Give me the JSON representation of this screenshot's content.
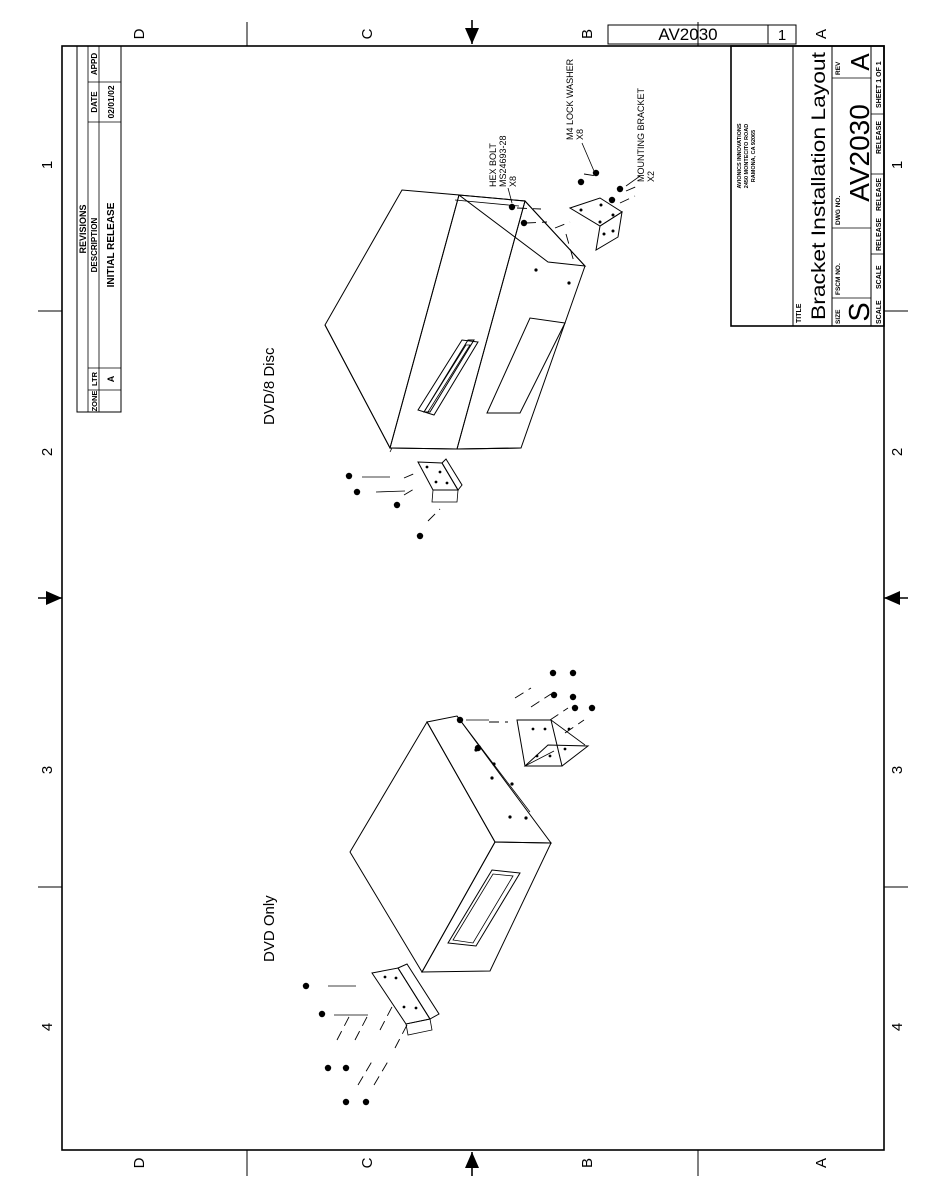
{
  "sheet": {
    "top_rows": [
      "D",
      "C",
      "B",
      "A"
    ],
    "bottom_rows": [
      "D",
      "C",
      "B",
      "A"
    ],
    "left_cols": [
      "1",
      "2",
      "3",
      "4"
    ],
    "right_cols": [
      "1",
      "2",
      "3",
      "4"
    ]
  },
  "corner_box": {
    "dwg": "AV2030",
    "sheet_num": "1"
  },
  "revisions": {
    "title": "REVISIONS",
    "headers": {
      "zone": "ZONE",
      "ltr": "LTR",
      "description": "DESCRIPTION",
      "date": "DATE",
      "appd": "APPD"
    },
    "row": {
      "zone": "",
      "ltr": "A",
      "description": "INITIAL RELEASE",
      "date": "02/01/02",
      "appd": ""
    }
  },
  "title_block": {
    "company_line1": "AVIONICS INNOVATIONS",
    "company_line2": "2450 MONTECITO ROAD",
    "company_line3": "RAMONA, CA 92065",
    "title_label": "TITLE",
    "title": "Bracket Installation Layout",
    "size_label": "SIZE",
    "size": "S",
    "fscm_label": "FSCM NO.",
    "dwg_label": "DWG NO.",
    "dwg_no": "AV2030",
    "rev_label": "REV",
    "rev": "A",
    "scale_label": "SCALE",
    "scale_value": "SCALE",
    "release_label": "RELEASE",
    "release_value": "RELEASE",
    "release_value2": "RELEASE",
    "sheet_label": "SHEET 1 OF 1"
  },
  "views": {
    "dvd8": "DVD/8 Disc",
    "dvd_only": "DVD Only"
  },
  "callouts": {
    "hex_bolt_1": "HEX BOLT",
    "hex_bolt_2": "MS24693-28",
    "hex_bolt_3": "X8",
    "lock_washer_1": "M4 LOCK WASHER",
    "lock_washer_2": "X8",
    "bracket_1": "MOUNTING BRACKET",
    "bracket_2": "X2"
  }
}
